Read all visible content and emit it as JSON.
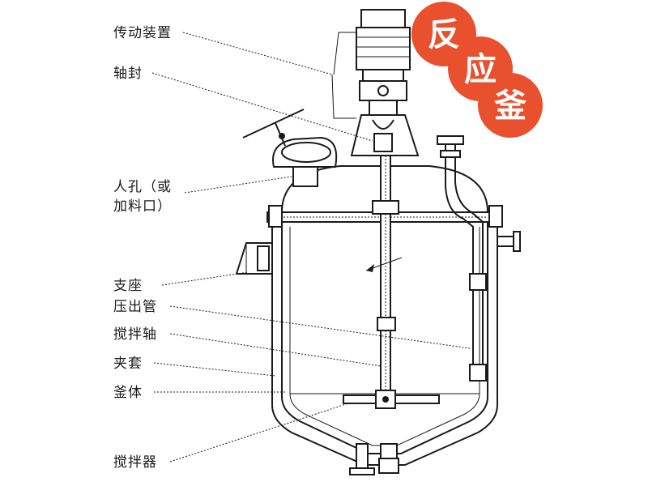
{
  "labels": {
    "drive": "传动装置",
    "seal": "轴封",
    "manhole_1": "人孔（或",
    "manhole_2": "加料口）",
    "support": "支座",
    "outlet_pipe": "压出管",
    "shaft": "搅拌轴",
    "jacket": "夹套",
    "body": "釜体",
    "agitator": "搅拌器"
  },
  "badge": {
    "chars": [
      "反",
      "应",
      "釜"
    ],
    "color": "#e8502e"
  }
}
